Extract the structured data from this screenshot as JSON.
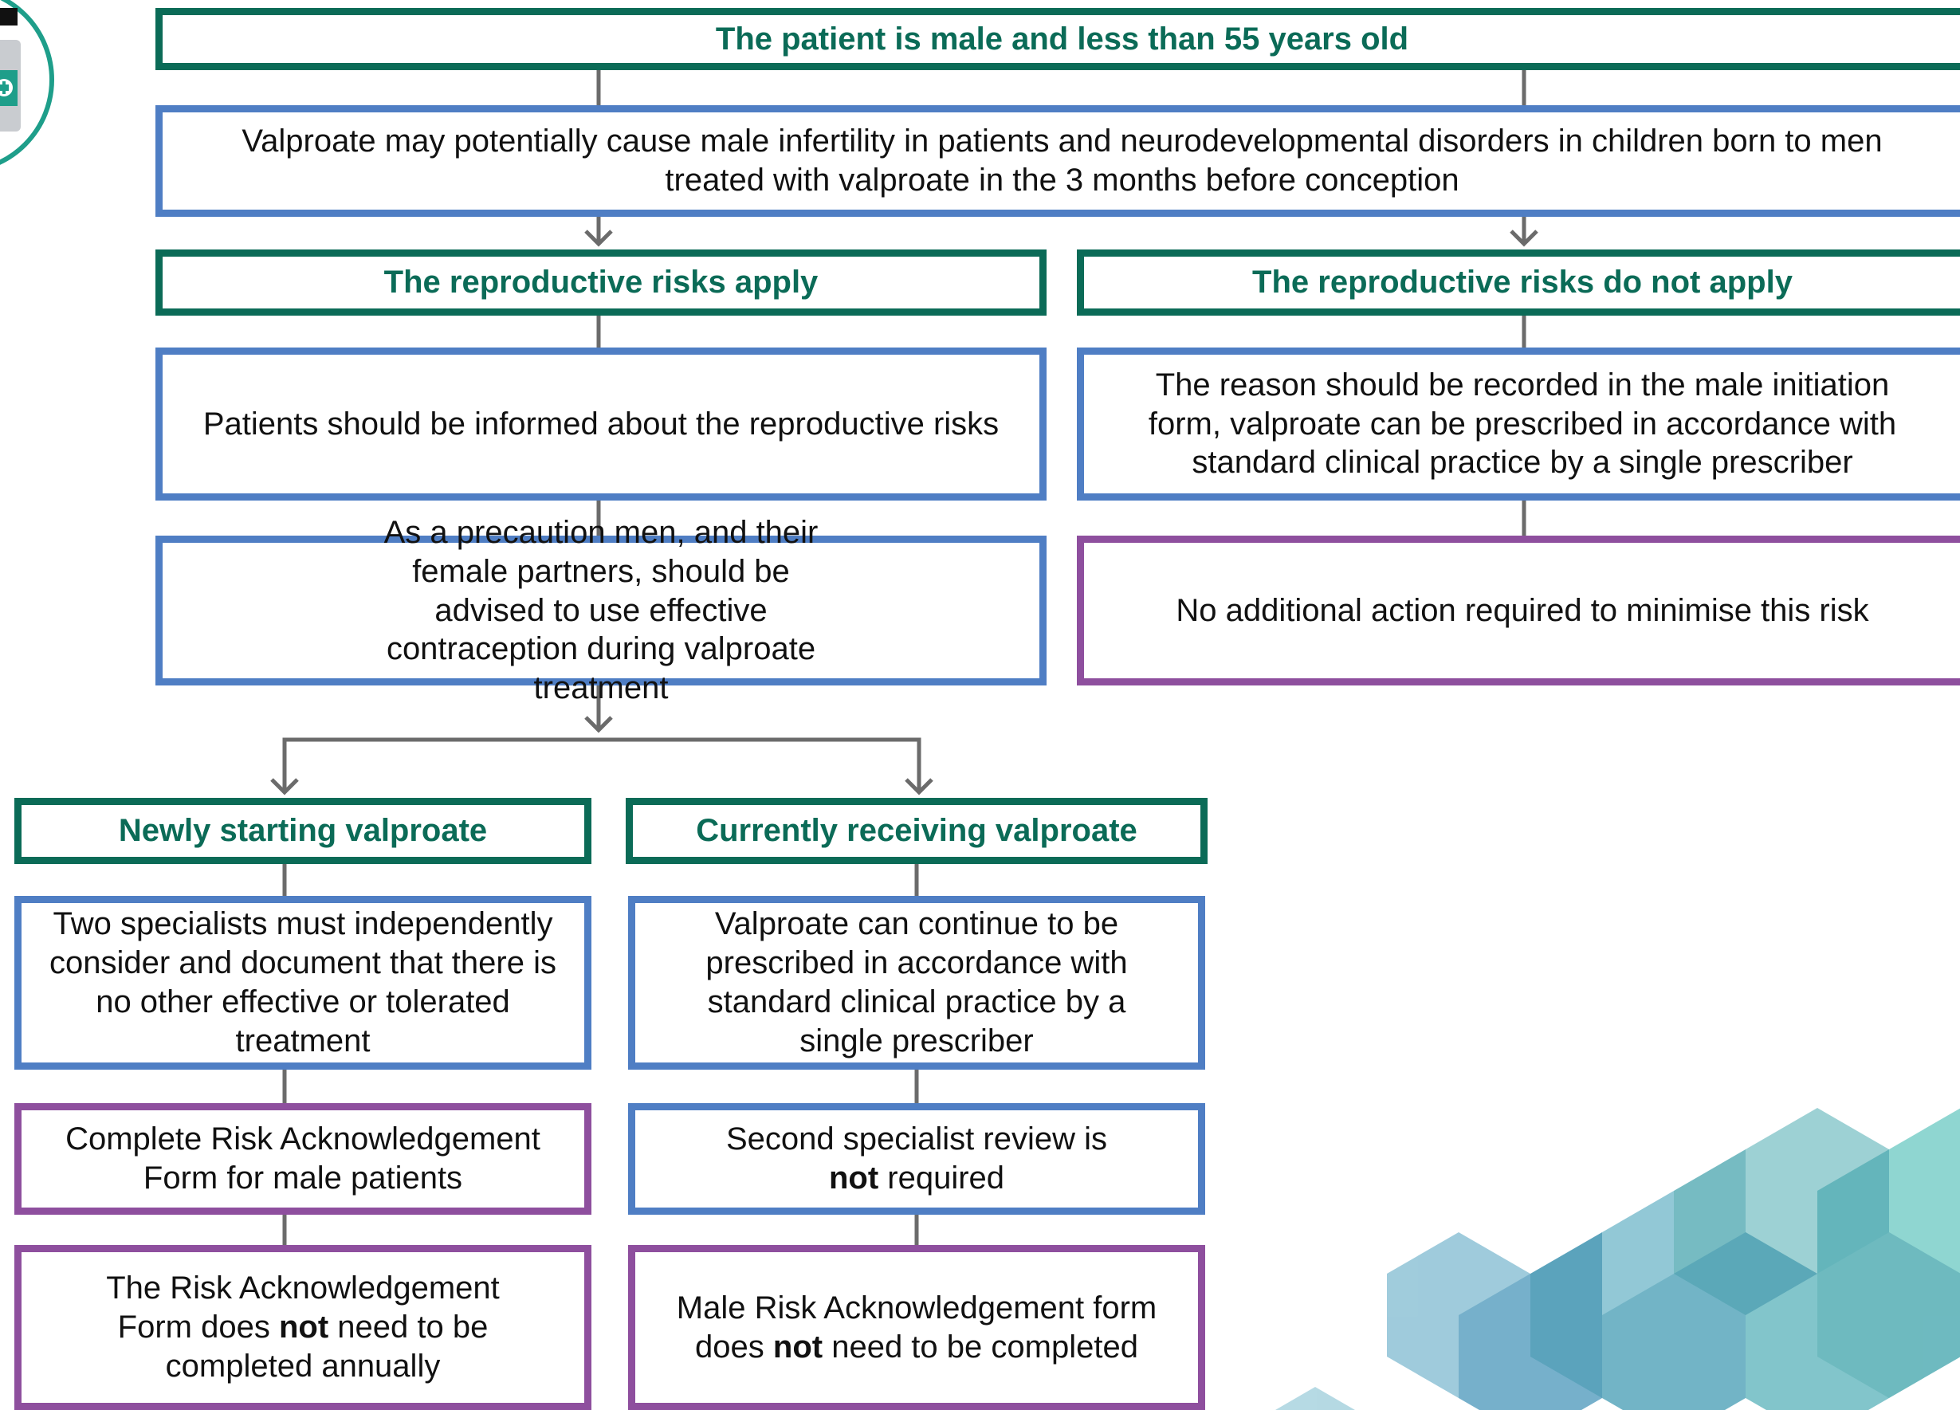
{
  "colors": {
    "heading_green": "#0b6b57",
    "info_blue": "#4f7ec4",
    "action_purple": "#8e4f9e",
    "connector_gray": "#6b6b6b",
    "decor_teal": "#4aa9b0"
  },
  "icons": [
    "medicine-bottle-icon"
  ],
  "flowchart": {
    "start": {
      "text": "The patient is male and less than 55 years old"
    },
    "risk_info": {
      "text": "Valproate may potentially cause male infertility in patients and neurodevelopmental disorders in children born to men treated with valproate in the 3 months before conception"
    },
    "apply": {
      "heading": "The reproductive risks apply",
      "step1": "Patients should be informed about the reproductive risks",
      "step2": "As a precaution men, and their female partners, should be advised to use effective contraception during valproate treatment"
    },
    "not_apply": {
      "heading": "The reproductive risks do not apply",
      "step1": "The reason should be recorded in the male initiation form, valproate can be prescribed in accordance with standard clinical practice by a single prescriber",
      "step2": "No additional action required to minimise this risk"
    },
    "new": {
      "heading": "Newly starting valproate",
      "step1": "Two specialists must independently consider and document that there is no other effective or tolerated treatment",
      "step2": "Complete Risk Acknowledgement Form for male patients",
      "step3_pre": "The Risk Acknowledgement Form does ",
      "step3_bold": "not",
      "step3_post": " need to be completed annually"
    },
    "current": {
      "heading": "Currently receiving valproate",
      "step1": "Valproate can continue to be prescribed in accordance with standard clinical practice by a single prescriber",
      "step2_pre": "Second specialist review is ",
      "step2_bold": "not",
      "step2_post": " required",
      "step3_pre": "Male Risk Acknowledgement form does ",
      "step3_bold": "not",
      "step3_post": " need to be completed"
    }
  }
}
